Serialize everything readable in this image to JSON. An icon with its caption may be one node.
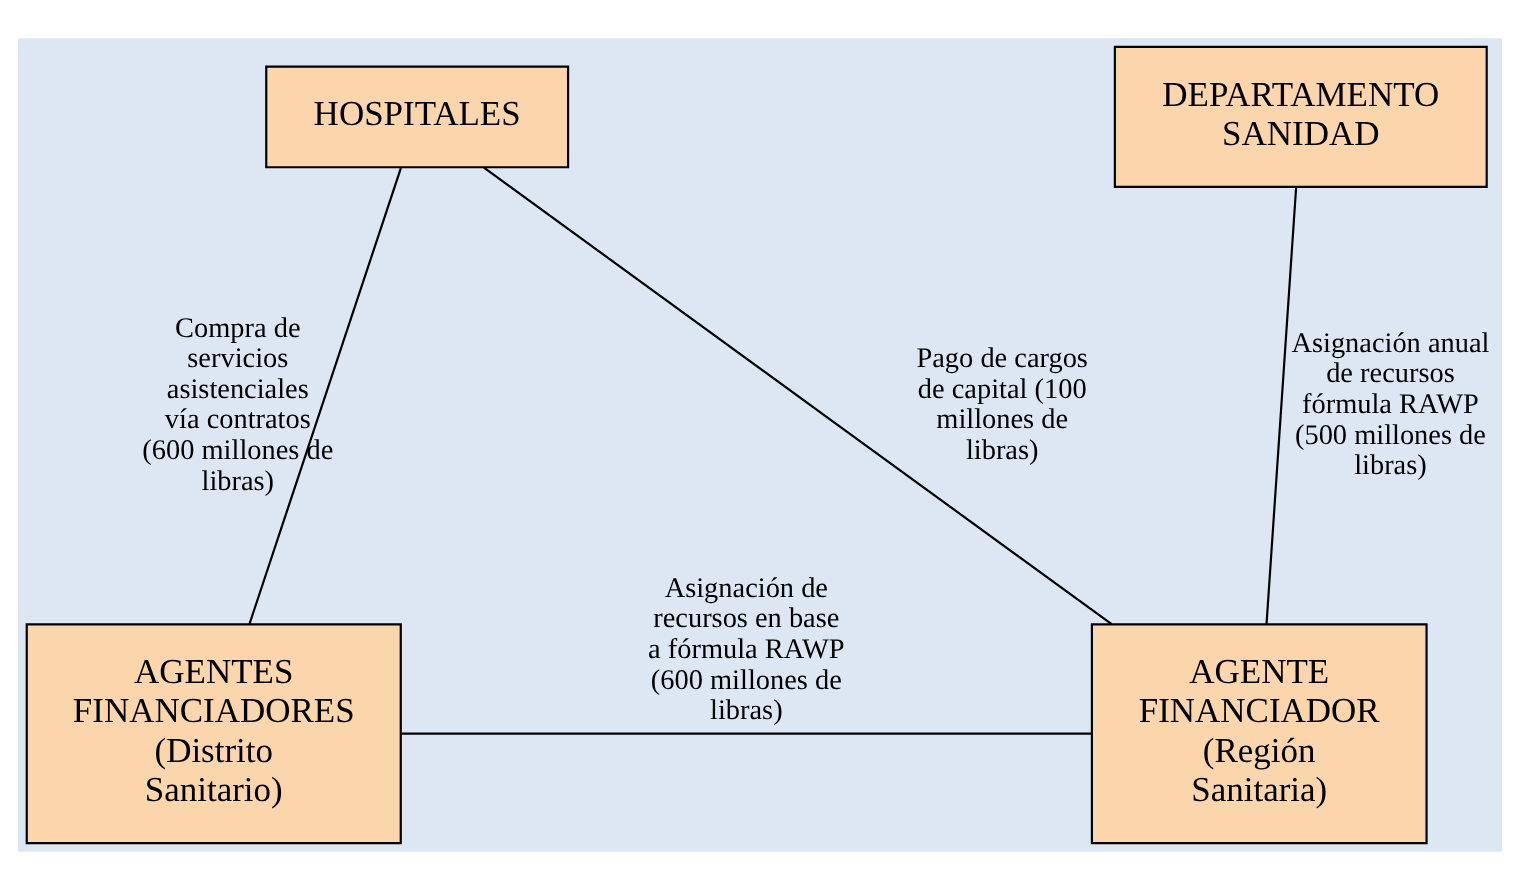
{
  "diagram": {
    "nodes": [
      {
        "text": [
          "HOSPITALES"
        ]
      },
      {
        "text": [
          "DEPARTAMENTO SANIDAD"
        ]
      },
      {
        "text": [
          "AGENTES FINANCIADORES",
          "(Distrito Sanitario)"
        ]
      },
      {
        "text": [
          "AGENTE FINANCIADOR",
          "(Región Sanitaria)"
        ]
      }
    ],
    "edges": [
      {
        "from": 0,
        "to": 2,
        "arrow": "none",
        "label": "Compra de servicios asistenciales vía contratos (600 millones de libras)"
      },
      {
        "from": 0,
        "to": 3,
        "arrow": "none",
        "label": "Pago de cargos de capital (100 millones de libras)"
      },
      {
        "from": 1,
        "to": 3,
        "arrow": "none",
        "label": "Asignación anual de recursos fórmula RAWP (500 millones de libras)"
      },
      {
        "from": 2,
        "to": 3,
        "arrow": "none",
        "label": "Asignación de recursos en base a fórmula RAWP (600 millones de libras)"
      }
    ]
  }
}
